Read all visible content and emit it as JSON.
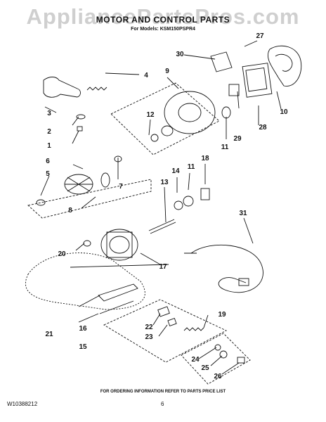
{
  "watermark": "AppliancePartsPros.com",
  "title": "MOTOR AND CONTROL PARTS",
  "subtitle": "For Models: KSM150PSPR4",
  "footer_note": "FOR ORDERING INFORMATION REFER TO PARTS PRICE LIST",
  "doc_number": "W10388212",
  "page_number": "6",
  "callouts": [
    "1",
    "2",
    "3",
    "4",
    "5",
    "6",
    "7",
    "8",
    "9",
    "11",
    "11",
    "12",
    "13",
    "14",
    "15",
    "16",
    "17",
    "18",
    "19",
    "20",
    "21",
    "22",
    "23",
    "24",
    "25",
    "26",
    "27",
    "28",
    "29",
    "30",
    "31",
    "10"
  ]
}
